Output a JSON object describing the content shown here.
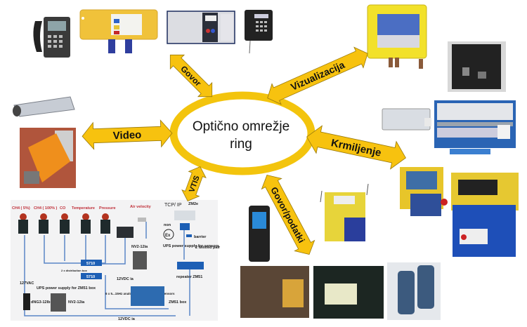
{
  "center": {
    "line1": "Optično omrežje",
    "line2": "ring"
  },
  "arrows": {
    "govor": "Govor",
    "vizualizacija": "Vizualizacija",
    "video": "Video",
    "krmiljenje": "Krmiljenje",
    "vtis": "VTIS",
    "govor_podatki": "Govor/podatki"
  },
  "colors": {
    "arrow_fill": "#f7c20f",
    "ring": "#f3c40d",
    "schematic_line": "#5b86c6",
    "box_blue": "#1d5fb5"
  },
  "schematic": {
    "sensors": [
      "CH4 ( 5%)",
      "CH4 ( 100% )",
      "CO",
      "Temperature",
      "Pressure"
    ],
    "air_velocity": "Air velocity",
    "tcp_ip": "TCP/ IP",
    "zm_top": "ZM2e",
    "non": "non",
    "barrier": "barrier",
    "ex": "Ex",
    "nv2_top": "NV2-12ia",
    "ups_sensors": "UPS power supply for sensors",
    "twisted_pair": "2 twisted pair",
    "box_5710_a": "5710",
    "box_5710_b": "5710",
    "distribution": "2 x distribution box",
    "vdc_upper": "12VDC ia",
    "repeater": "repeater ZM51",
    "vac": "127VAC",
    "ups_zm51": "UPS power supply for ZM51 box",
    "analogue": "6 x 5...15Hz analogue Value for Wölke sensors",
    "zm51_box": "ZM51 box",
    "dng3": "dNG3-12lb",
    "nv2_bottom": "NV2-12ia",
    "vdc_lower": "12VDC ia"
  }
}
